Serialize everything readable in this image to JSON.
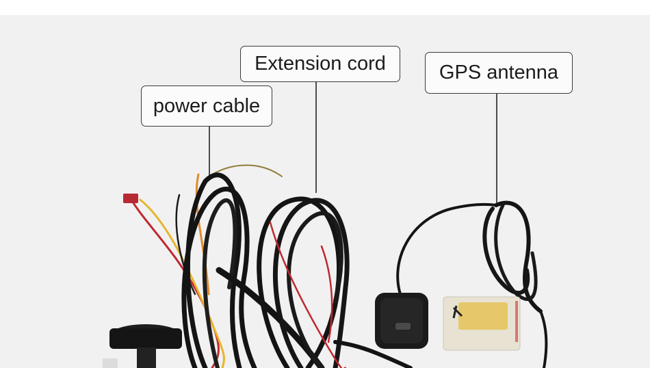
{
  "labels": {
    "power_cable": "power cable",
    "extension_cord": "Extension cord",
    "gps_antenna": "GPS antenna"
  },
  "colors": {
    "background": "#f1f1f1",
    "cable": "#141414",
    "red_wire": "#c0282e",
    "yellow_wire": "#e7b52a",
    "callout_border": "#3a3a3a"
  }
}
